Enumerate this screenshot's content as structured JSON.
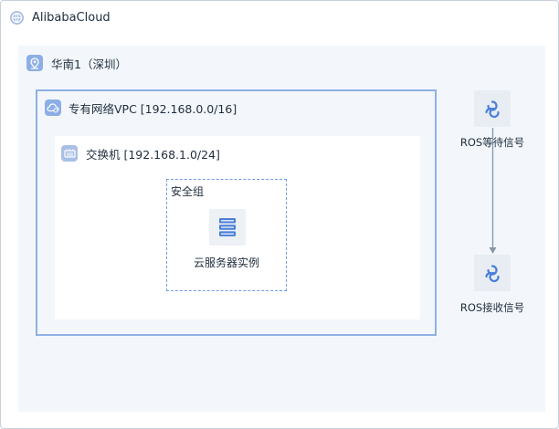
{
  "cloud": {
    "label": "AlibabaCloud",
    "icon": "alibaba-cloud-globe-icon"
  },
  "region": {
    "label": "华南1（深圳）",
    "icon": "location-pin-icon"
  },
  "vpc": {
    "label": "专有网络VPC [192.168.0.0/16]",
    "icon": "vpc-cloud-icon"
  },
  "vswitch": {
    "label": "交换机 [192.168.1.0/24]",
    "icon": "vswitch-icon"
  },
  "security_group": {
    "label": "安全组"
  },
  "ecs": {
    "label": "云服务器实例",
    "icon": "server-stack-icon"
  },
  "ros_wait": {
    "label": "ROS等待信号",
    "icon": "ros-cycle-icon"
  },
  "ros_receive": {
    "label": "ROS接收信号",
    "icon": "ros-cycle-icon"
  },
  "colors": {
    "accent": "#4a7fd8",
    "border": "#8fb0e4",
    "region_bg": "#f3f7fb",
    "arrow": "#8a96a6"
  }
}
